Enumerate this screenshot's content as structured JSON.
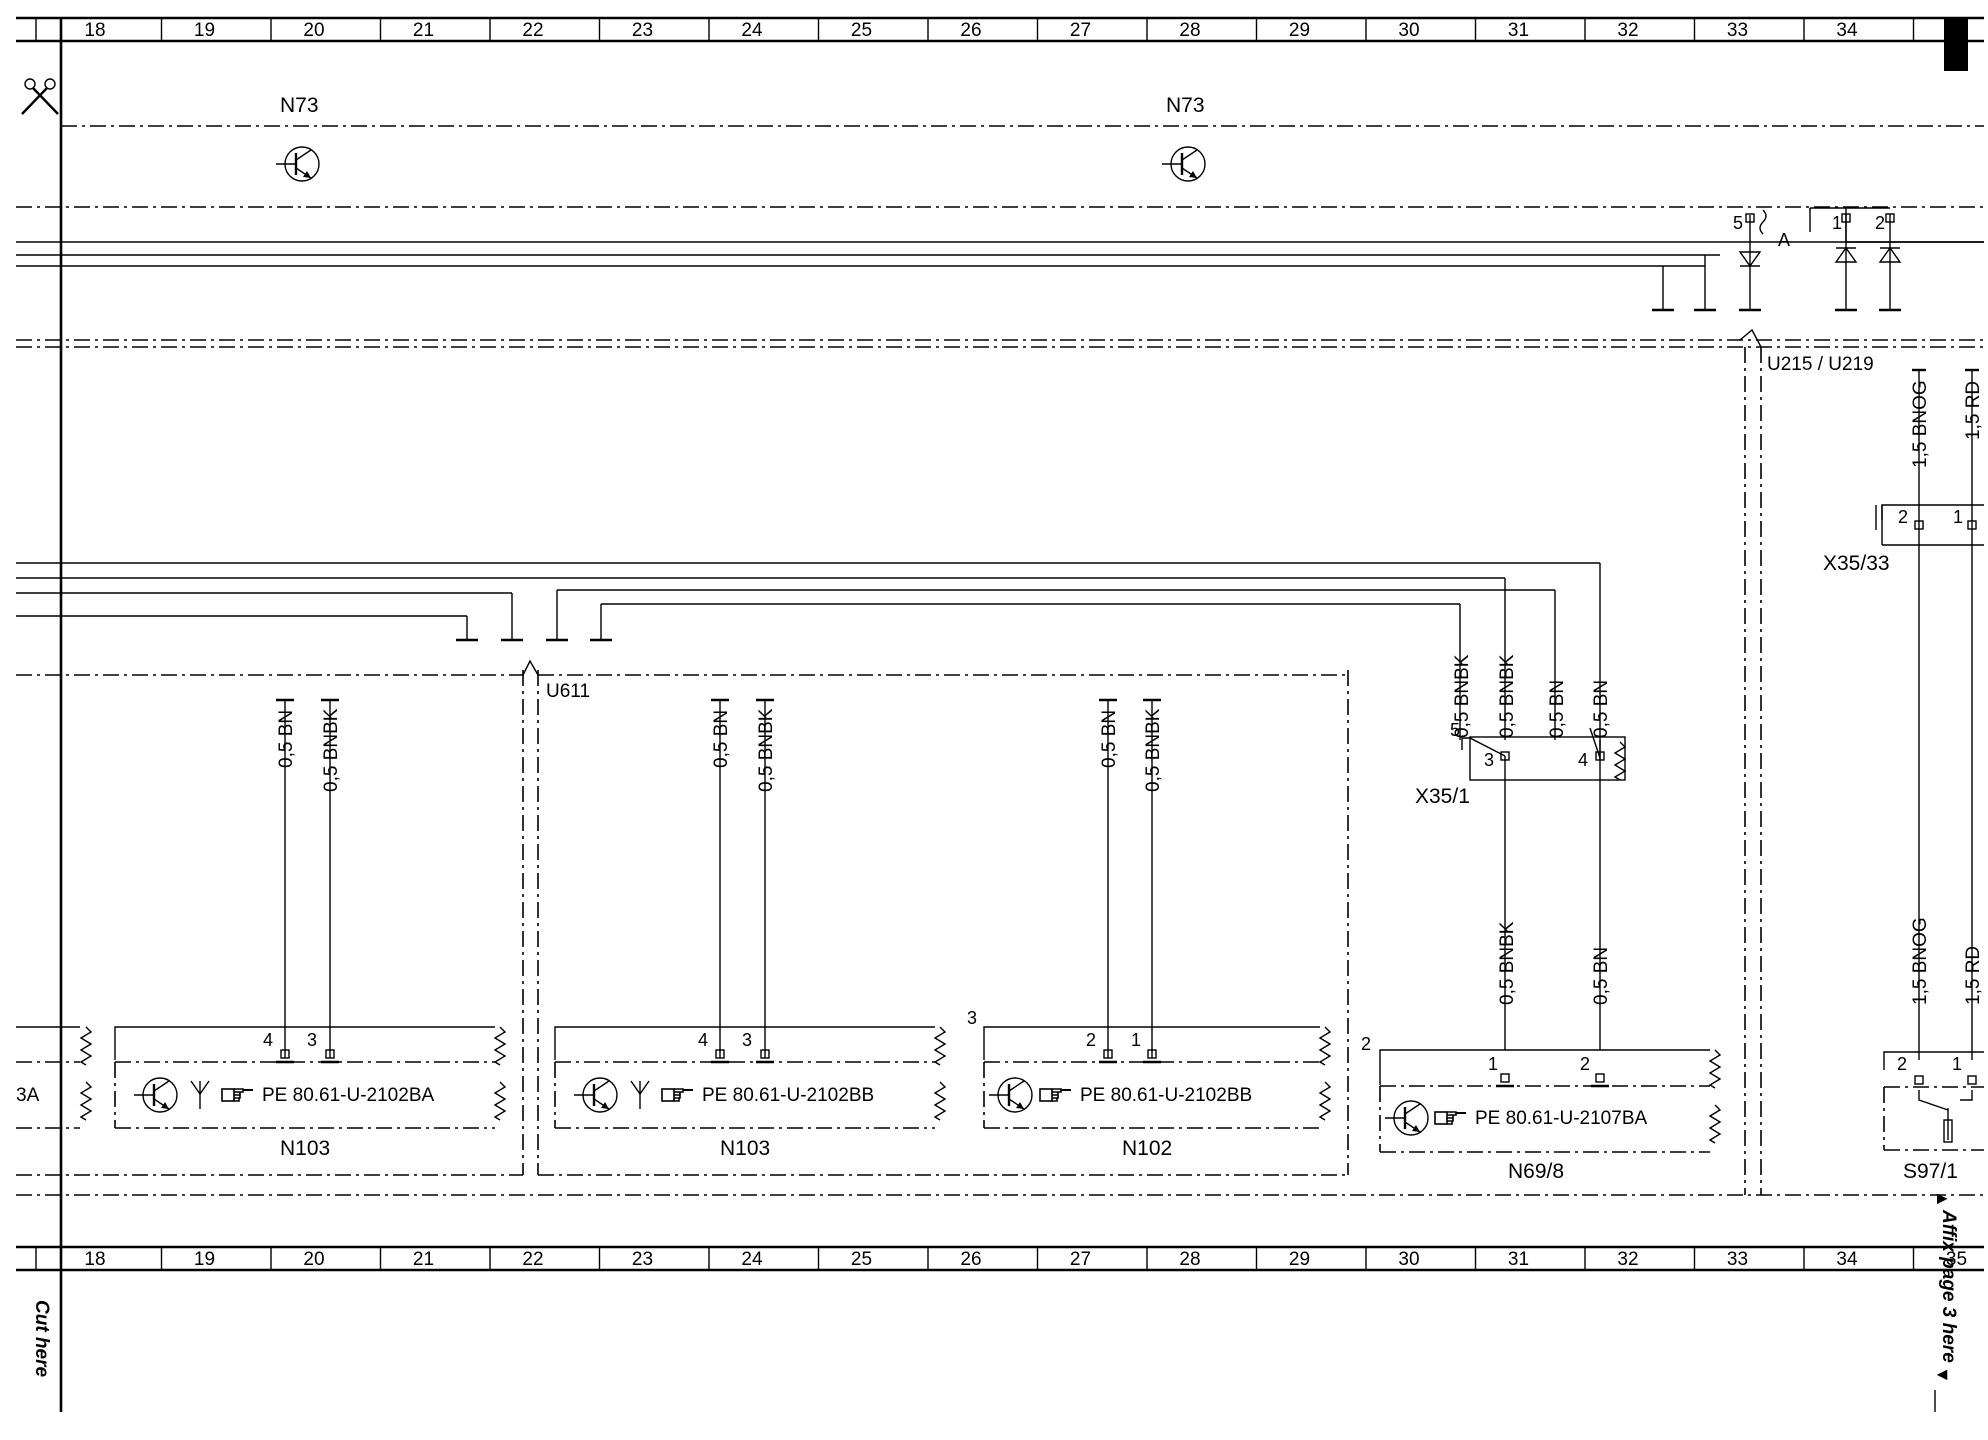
{
  "grid": {
    "columns": [
      "18",
      "19",
      "20",
      "21",
      "22",
      "23",
      "24",
      "25",
      "26",
      "27",
      "28",
      "29",
      "30",
      "31",
      "32",
      "33",
      "34",
      "35"
    ]
  },
  "labels": {
    "n73_a": "N73",
    "n73_b": "N73",
    "conn5": "5",
    "connA": "A",
    "conn1": "1",
    "conn2": "2",
    "u215": "U215 / U219",
    "w_bnog_top": "1,5 BNOG",
    "w_rd_top": "1,5 RD",
    "x3533_p2": "2",
    "x3533_p1": "1",
    "x3533": "X35/33",
    "u611": "U611",
    "w1": "0,5 BNBK",
    "w2": "0,5 BNBK",
    "w3": "0,5 BN",
    "w4": "0,5 BN",
    "x351": "X35/1",
    "x351_5": "5",
    "x351_3": "3",
    "x351_4": "4",
    "w_bnbk_low": "0,5 BNBK",
    "w_bn_low": "0,5 BN",
    "w_bnog_low": "1,5 BNOG",
    "w_rd_low": "1,5 RD",
    "m1_w1": "0,5 BN",
    "m1_w2": "0,5 BNBK",
    "m2_w1": "0,5 BN",
    "m2_w2": "0,5 BNBK",
    "m3_w1": "0,5 BN",
    "m3_w2": "0,5 BNBK",
    "m1_p4": "4",
    "m1_p3": "3",
    "m2_p4": "4",
    "m2_p3": "3",
    "m3_num": "3",
    "m3_p2": "2",
    "m3_p1": "1",
    "m4_num": "2",
    "m4_p1": "1",
    "m4_p2": "2",
    "s97_p2": "2",
    "s97_p1": "1",
    "m0_ref": "3A",
    "m1_ref": "PE 80.61-U-2102BA",
    "m2_ref": "PE 80.61-U-2102BB",
    "m3_ref": "PE 80.61-U-2102BB",
    "m4_ref": "PE 80.61-U-2107BA",
    "n103_a": "N103",
    "n103_b": "N103",
    "n102": "N102",
    "n698": "N69/8",
    "s971": "S97/1",
    "cut_here": "Cut here",
    "affix": "Affix page 3 here",
    "arrow_down": "▼",
    "arrow_up": "▲"
  },
  "icons": {
    "transistor": "transistor-icon",
    "antenna": "antenna-icon",
    "hand": "pointing-hand-icon",
    "scissors": "scissors-icon"
  }
}
